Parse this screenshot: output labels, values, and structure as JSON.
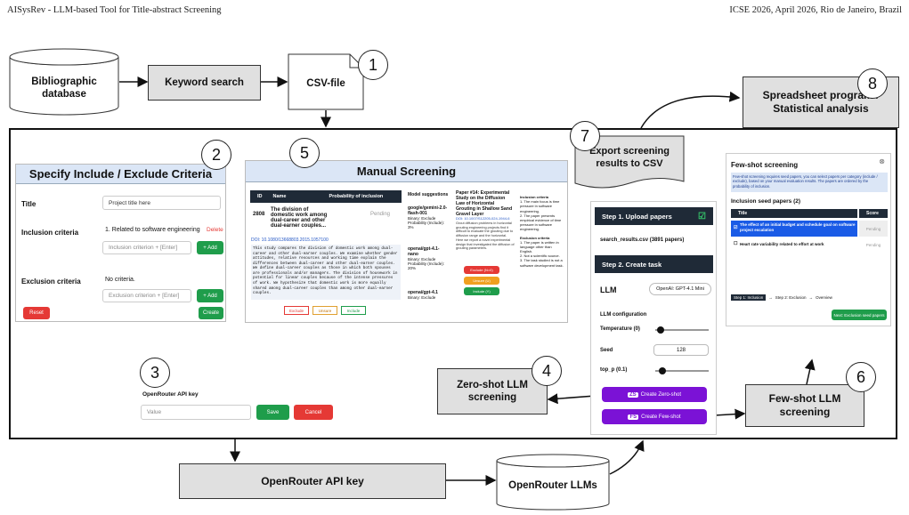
{
  "header": {
    "left": "AISysRev - LLM-based Tool for Title-abstract Screening",
    "right": "ICSE 2026, April 2026, Rio de Janeiro, Brazil"
  },
  "nodes": {
    "bib_db": "Bibliographic database",
    "keyword": "Keyword search",
    "csv": "CSV-file",
    "spreadsheet": "Spreadsheet program / Statistical analysis",
    "export": "Export screening results to CSV",
    "zero_shot": "Zero-shot LLM screening",
    "few_shot": "Few-shot LLM screening",
    "or_key": "OpenRouter API key",
    "or_llms": "OpenRouter LLMs"
  },
  "numbers": [
    "1",
    "2",
    "3",
    "4",
    "5",
    "6",
    "7",
    "8"
  ],
  "criteria": {
    "title": "Specify Include / Exclude Criteria",
    "title_label": "Title",
    "title_value": "Project title here",
    "incl_label": "Inclusion criteria",
    "incl_item": "1. Related to software engineering",
    "delete": "Delete",
    "incl_placeholder": "Inclusion criterion + [Enter]",
    "add": "+ Add",
    "excl_label": "Exclusion criteria",
    "no_criteria": "No criteria.",
    "excl_placeholder": "Exclusion criterion + [Enter]",
    "reset": "Reset",
    "create": "Create"
  },
  "apikey": {
    "label": "OpenRouter API key",
    "placeholder": "Value",
    "save": "Save",
    "cancel": "Cancel"
  },
  "manual": {
    "title": "Manual Screening",
    "col_id": "ID",
    "col_name": "Name",
    "col_prob": "Probability of inclusion",
    "row_id": "2808",
    "row_name": "The division of domestic work among dual-career and other dual-earner couples...",
    "row_status": "Pending",
    "doi": "DOI: 10.1080/13668803.2015.1057100",
    "abstract": "This study compares the division of domestic work among dual-career and other dual-earner couples. We examine whether gender attitudes, relative resources and working time explain the differences between dual-career and other dual-earner couples. We define dual-career couples as those in which both spouses are professionals and/or managers. The division of housework in potential for linear couples because of the intense pressures of work. We hypothesize that domestic work is more equally shared among dual-career couples than among other dual-earner couples.",
    "btn_exclude": "Exclude",
    "btn_unsure": "Unsure",
    "btn_include": "Include",
    "model_suggestions": "Model suggestions",
    "models": [
      {
        "name": "google/gemini-2.0-flash-001",
        "lines": [
          "Binary: Exclude",
          "Probability (Include): 3%"
        ]
      },
      {
        "name": "openai/gpt-4.1-nano",
        "lines": [
          "Binary: Exclude",
          "Probability (Include): 20%"
        ]
      },
      {
        "name": "openai/gpt-4.1",
        "lines": [
          "Binary: Exclude"
        ]
      }
    ],
    "paper_title": "Paper #14: Experimental Study on the Diffusion Law of Horizontal Grouting in Shallow Sand Gravel Layer",
    "paper_doi": "DOI: 10.1007/S12205-024-1944-6",
    "paper_text": "Grout diffusion problems in horizontal grouting engineering projects find it difficult to evaluate the grouting due to diffusion range and the horizontal. Here we report a novel experimental design that investigated the diffusion of grouting parameters.",
    "btn_exclude_n": "Exclude (N=0)",
    "btn_unsure_n": "Unsure (U)",
    "btn_include_y": "Include (Y)",
    "incl_hdr": "Inclusion criteria",
    "incl_items": [
      "1. The main focus is time pressure in software engineering.",
      "2. The paper presents empirical evidence of time pressure in software engineering."
    ],
    "excl_hdr": "Exclusion criteria",
    "excl_items": [
      "1. The paper is written in language other than English.",
      "2. Not a scientific source.",
      "3. The task studied is not a software development task."
    ]
  },
  "task": {
    "step1": "Step 1. Upload papers",
    "file": "search_results.csv (3891 papers)",
    "step2": "Step 2. Create task",
    "llm_label": "LLM",
    "llm_value": "OpenAI: GPT-4.1 Mini",
    "config": "LLM configuration",
    "temp": "Temperature (0)",
    "seed": "Seed",
    "seed_value": "128",
    "top_p": "top_p (0.1)",
    "zs_tag": "ZS",
    "zs_btn": "Create Zero-shot",
    "fs_tag": "FS",
    "fs_btn": "Create Few-shot"
  },
  "fewshot": {
    "title": "Few-shot screening",
    "info": "Few-shot screening requires seed papers, you can select papers per category (include / exclude), based on your manual evaluation results. The papers are ordered by the probability of inclusion.",
    "seed_hdr": "Inclusion seed papers (2)",
    "col_title": "Title",
    "col_score": "Score",
    "rows": [
      {
        "title": "The effect of an initial budget and schedule goal on software project escalation",
        "score": "Pending"
      },
      {
        "title": "Heart rate variability related to effort at work",
        "score": "Pending"
      }
    ],
    "step1": "Step 1: Inclusion",
    "step2": "Step 2: Exclusion",
    "step3": "Overview",
    "next": "Next: Exclusion seed papers"
  },
  "colors": {
    "accent_green": "#1f9d4b",
    "accent_red": "#e53935",
    "accent_purple": "#7b12d6",
    "panel_blue": "#dbe6f6",
    "dark_navy": "#1f2a37"
  }
}
